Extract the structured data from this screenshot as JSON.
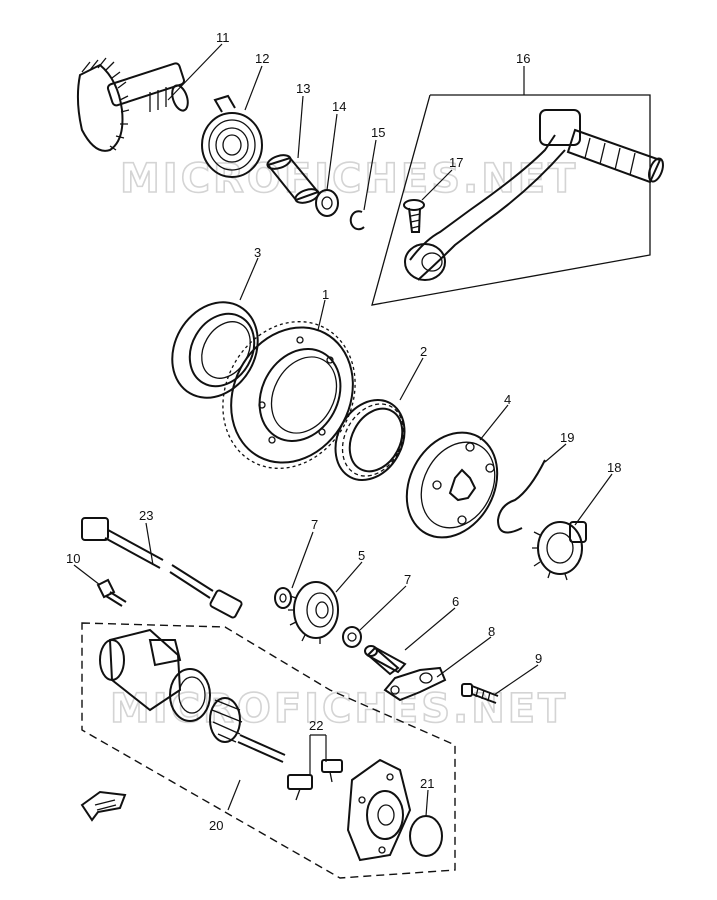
{
  "watermark": "MICROFICHES.NET",
  "callouts": {
    "p1": "1",
    "p2": "2",
    "p3": "3",
    "p4": "4",
    "p5": "5",
    "p6": "6",
    "p7a": "7",
    "p7b": "7",
    "p8": "8",
    "p9": "9",
    "p10": "10",
    "p11": "11",
    "p12": "12",
    "p13": "13",
    "p14": "14",
    "p15": "15",
    "p16": "16",
    "p17": "17",
    "p18": "18",
    "p19": "19",
    "p20": "20",
    "p21": "21",
    "p22": "22",
    "p23": "23"
  }
}
